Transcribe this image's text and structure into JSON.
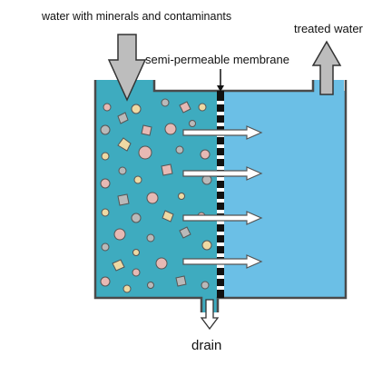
{
  "labels": {
    "inlet": "water with minerals and contaminants",
    "outlet": "treated water",
    "membrane": "semi-permeable membrane",
    "drain": "drain"
  },
  "colors": {
    "feed_water": "#3eabbf",
    "treated_water": "#6bbfe6",
    "outline": "#4a4a4a",
    "arrow_fill": "#bdbdbd",
    "particle_fills": [
      "#e7b9b4",
      "#b9b9b9",
      "#eed9a3"
    ]
  },
  "icons": {
    "inlet": "arrow-down-icon",
    "outlet": "arrow-up-icon",
    "drain": "arrow-down-icon",
    "flow": "arrow-right-icon"
  }
}
